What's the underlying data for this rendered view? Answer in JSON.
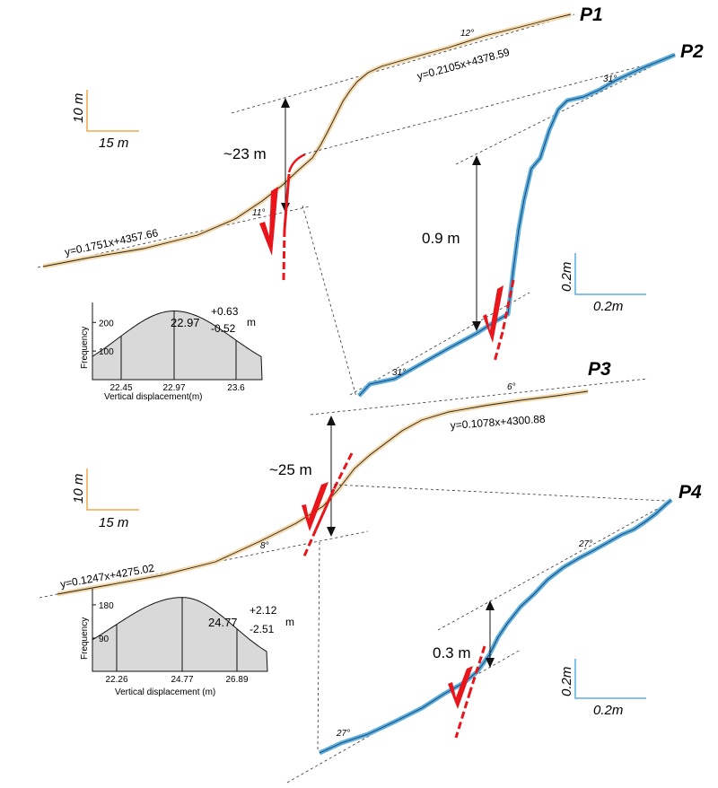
{
  "profiles": {
    "p1": {
      "name": "P1",
      "offset": "~23 m",
      "eq_upper": "y=0.2105x+4378.59",
      "eq_lower": "y=0.1751x+4357.66",
      "angle_upper": "12°",
      "angle_lower": "11°"
    },
    "p2": {
      "name": "P2",
      "offset": "0.9 m",
      "angle_upper": "31°",
      "angle_lower": "31°"
    },
    "p3": {
      "name": "P3",
      "offset": "~25 m",
      "eq_upper": "y=0.1078x+4300.88",
      "eq_lower": "y=0.1247x+4275.02",
      "angle_upper": "6°",
      "angle_lower": "8°"
    },
    "p4": {
      "name": "P4",
      "offset": "0.3 m",
      "angle_upper": "27°",
      "angle_lower": "27°"
    }
  },
  "scalebars": {
    "p1": {
      "vertical": "10 m",
      "horizontal": "15 m",
      "color": "#f0a848"
    },
    "p2": {
      "vertical": "0.2m",
      "horizontal": "0.2m",
      "color": "#5aaee0"
    },
    "p3": {
      "vertical": "10 m",
      "horizontal": "15 m",
      "color": "#f0a848"
    },
    "p4": {
      "vertical": "0.2m",
      "horizontal": "0.2m",
      "color": "#5aaee0"
    }
  },
  "chart_data": [
    {
      "type": "area",
      "xlabel": "Vertical displacement(m)",
      "ylabel": "Frequency",
      "median": 22.97,
      "upper": "+0.63",
      "lower": "-0.52",
      "unit": "m",
      "x_ticks": [
        "22.45",
        "22.97",
        "23.6"
      ],
      "y_ticks": [
        "200",
        "100"
      ],
      "y_tick_values": [
        200,
        100
      ],
      "peak_frequency": 240,
      "bounds": [
        22.45,
        23.6
      ]
    },
    {
      "type": "area",
      "xlabel": "Vertical displacement (m)",
      "ylabel": "Frequency",
      "median": 24.77,
      "upper": "+2.12",
      "lower": "-2.51",
      "unit": "m",
      "x_ticks": [
        "22.26",
        "24.77",
        "26.89"
      ],
      "y_ticks": [
        "180",
        "90"
      ],
      "y_tick_values": [
        180,
        90
      ],
      "peak_frequency": 200,
      "bounds": [
        22.26,
        26.89
      ]
    }
  ],
  "colors": {
    "tan_profile": "#f5d7a6",
    "blue_profile": "#5aaee0",
    "fault": "#e8161b",
    "hist_fill": "#d9d9d9"
  }
}
